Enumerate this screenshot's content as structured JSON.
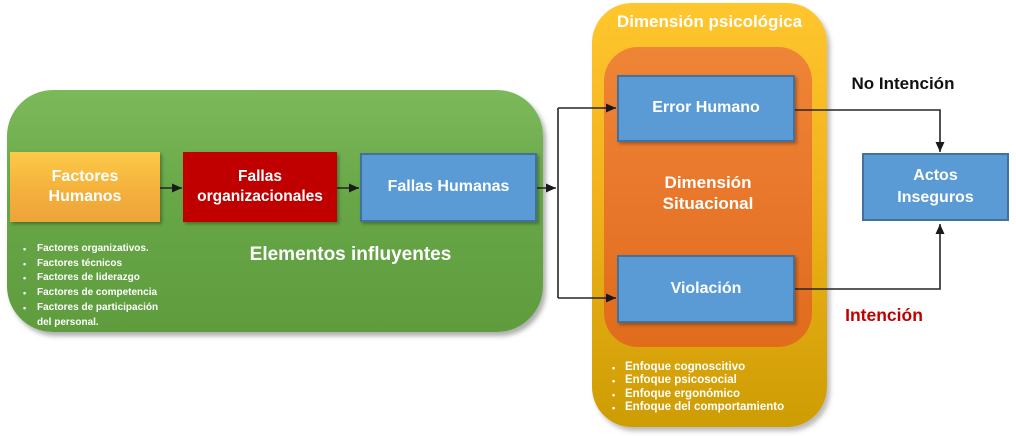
{
  "colors": {
    "green_panel": "#68A748",
    "gold_panel": "#F2B21C",
    "orange_panel": "#ED7D31",
    "yellow_node": "#F5B23C",
    "red_node": "#C00000",
    "blue_node": "#5B9BD5",
    "blue_node_border": "#41719C",
    "intention_label": "#C00000",
    "no_intention_label": "#111111",
    "arrow": "#262626"
  },
  "green_panel": {
    "caption": "Elementos influyentes",
    "nodes": {
      "factores_humanos": "Factores\nHumanos",
      "fallas_organizacionales": "Fallas\norganizacionales",
      "fallas_humanas": "Fallas Humanas"
    },
    "bullets": [
      "Factores organizativos.",
      "Factores técnicos",
      "Factores de liderazgo",
      "Factores de competencia",
      "Factores de participación del personal."
    ]
  },
  "psych_panel": {
    "title": "Dimensión psicológica",
    "situational_caption": "Dimensión\nSituacional",
    "nodes": {
      "error_humano": "Error Humano",
      "violacion": "Violación"
    },
    "bullets": [
      "Enfoque cognoscitivo",
      "Enfoque psicosocial",
      "Enfoque ergonómico",
      "Enfoque del comportamiento"
    ]
  },
  "outcome": {
    "actos_inseguros": "Actos\nInseguros"
  },
  "edge_labels": {
    "no_intencion": "No Intención",
    "intencion": "Intención"
  }
}
